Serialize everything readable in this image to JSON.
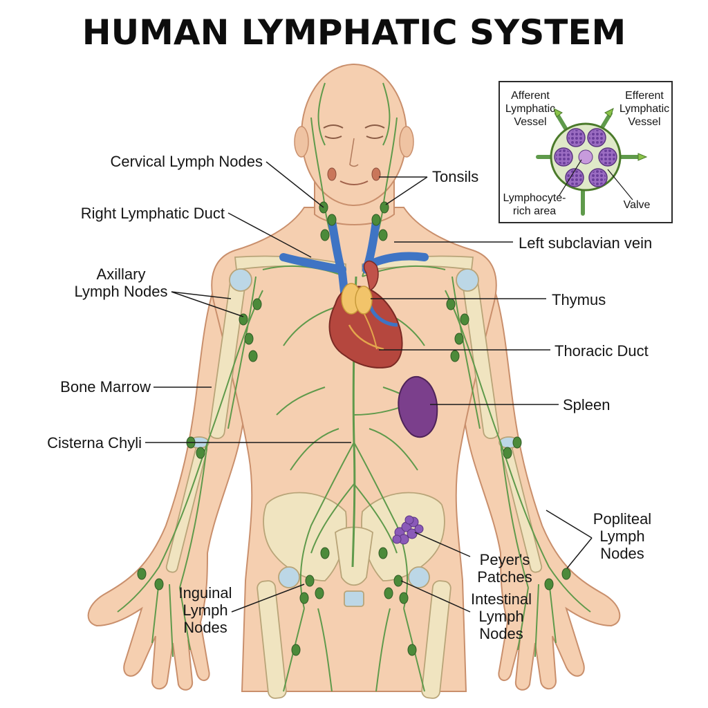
{
  "title": "HUMAN LYMPHATIC SYSTEM",
  "labels": {
    "cervical": "Cervical Lymph Nodes",
    "tonsils": "Tonsils",
    "right_duct": "Right Lymphatic Duct",
    "left_subclavian": "Left subclavian vein",
    "axillary_1": "Axillary",
    "axillary_2": "Lymph Nodes",
    "thymus": "Thymus",
    "thoracic": "Thoracic Duct",
    "bone_marrow": "Bone Marrow",
    "spleen": "Spleen",
    "cisterna": "Cisterna Chyli",
    "popliteal_1": "Popliteal",
    "popliteal_2": "Lymph",
    "popliteal_3": "Nodes",
    "peyers_1": "Peyer's",
    "peyers_2": "Patches",
    "inguinal_1": "Inguinal",
    "inguinal_2": "Lymph",
    "inguinal_3": "Nodes",
    "intestinal_1": "Intestinal",
    "intestinal_2": "Lymph",
    "intestinal_3": "Nodes"
  },
  "inset": {
    "afferent_1": "Afferent",
    "afferent_2": "Lymphatic",
    "afferent_3": "Vessel",
    "efferent_1": "Efferent",
    "efferent_2": "Lymphatic",
    "efferent_3": "Vessel",
    "lympho_1": "Lymphocyte-",
    "lympho_2": "rich area",
    "valve": "Valve"
  },
  "colors": {
    "skin": "#f5cfb0",
    "skin_outline": "#c98f6c",
    "lymph_vessel": "#5f9a4b",
    "lymph_node": "#4c8a3a",
    "vein": "#3f74c4",
    "heart": "#b5473e",
    "spleen": "#7b3f8c",
    "bone": "#f0e4c0",
    "thymus": "#f2c46a",
    "peyers": "#8a5ab8"
  }
}
